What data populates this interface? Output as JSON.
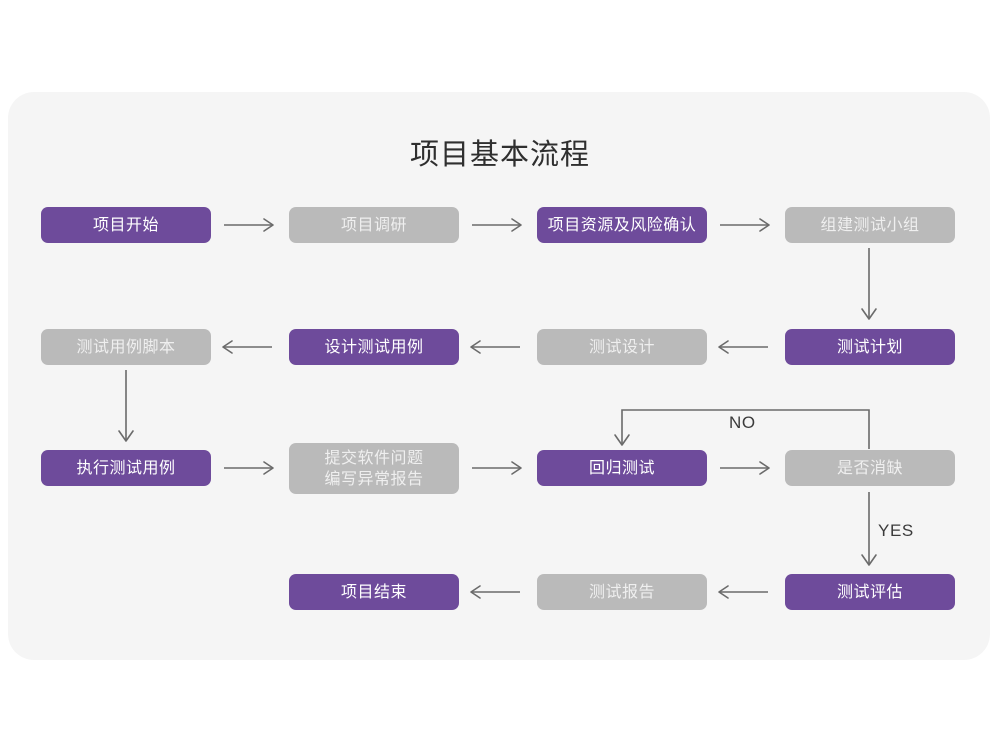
{
  "page": {
    "background_color": "#ffffff",
    "card_color": "#f5f5f5",
    "title": "项目基本流程"
  },
  "theme": {
    "purple": "#6e4b9b",
    "gray": "#bababa",
    "line": "#6b6b6b",
    "purple_text": "#ffffff",
    "gray_text": "#efefef"
  },
  "chart_data": {
    "type": "diagram",
    "title": "项目基本流程",
    "nodes": [
      {
        "id": "n1",
        "label": "项目开始",
        "style": "purple",
        "row": 1,
        "col": 1
      },
      {
        "id": "n2",
        "label": "项目调研",
        "style": "gray",
        "row": 1,
        "col": 2
      },
      {
        "id": "n3",
        "label": "项目资源及风险确认",
        "style": "purple",
        "row": 1,
        "col": 3
      },
      {
        "id": "n4",
        "label": "组建测试小组",
        "style": "gray",
        "row": 1,
        "col": 4
      },
      {
        "id": "n5",
        "label": "测试用例脚本",
        "style": "gray",
        "row": 2,
        "col": 1
      },
      {
        "id": "n6",
        "label": "设计测试用例",
        "style": "purple",
        "row": 2,
        "col": 2
      },
      {
        "id": "n7",
        "label": "测试设计",
        "style": "gray",
        "row": 2,
        "col": 3
      },
      {
        "id": "n8",
        "label": "测试计划",
        "style": "purple",
        "row": 2,
        "col": 4
      },
      {
        "id": "n9",
        "label": "执行测试用例",
        "style": "purple",
        "row": 3,
        "col": 1
      },
      {
        "id": "n10",
        "label": "提交软件问题\n编写异常报告",
        "style": "gray",
        "row": 3,
        "col": 2
      },
      {
        "id": "n11",
        "label": "回归测试",
        "style": "purple",
        "row": 3,
        "col": 3
      },
      {
        "id": "n12",
        "label": "是否消缺",
        "style": "gray",
        "row": 3,
        "col": 4
      },
      {
        "id": "n13",
        "label": "项目结束",
        "style": "purple",
        "row": 4,
        "col": 2
      },
      {
        "id": "n14",
        "label": "测试报告",
        "style": "gray",
        "row": 4,
        "col": 3
      },
      {
        "id": "n15",
        "label": "测试评估",
        "style": "purple",
        "row": 4,
        "col": 4
      }
    ],
    "edges": [
      {
        "from": "n1",
        "to": "n2",
        "label": ""
      },
      {
        "from": "n2",
        "to": "n3",
        "label": ""
      },
      {
        "from": "n3",
        "to": "n4",
        "label": ""
      },
      {
        "from": "n4",
        "to": "n8",
        "label": ""
      },
      {
        "from": "n8",
        "to": "n7",
        "label": ""
      },
      {
        "from": "n7",
        "to": "n6",
        "label": ""
      },
      {
        "from": "n6",
        "to": "n5",
        "label": ""
      },
      {
        "from": "n5",
        "to": "n9",
        "label": ""
      },
      {
        "from": "n9",
        "to": "n10",
        "label": ""
      },
      {
        "from": "n10",
        "to": "n11",
        "label": ""
      },
      {
        "from": "n11",
        "to": "n12",
        "label": ""
      },
      {
        "from": "n12",
        "to": "n11",
        "label": "NO"
      },
      {
        "from": "n12",
        "to": "n15",
        "label": "YES"
      },
      {
        "from": "n15",
        "to": "n14",
        "label": ""
      },
      {
        "from": "n14",
        "to": "n13",
        "label": ""
      }
    ]
  },
  "labels": {
    "no": "NO",
    "yes": "YES"
  }
}
